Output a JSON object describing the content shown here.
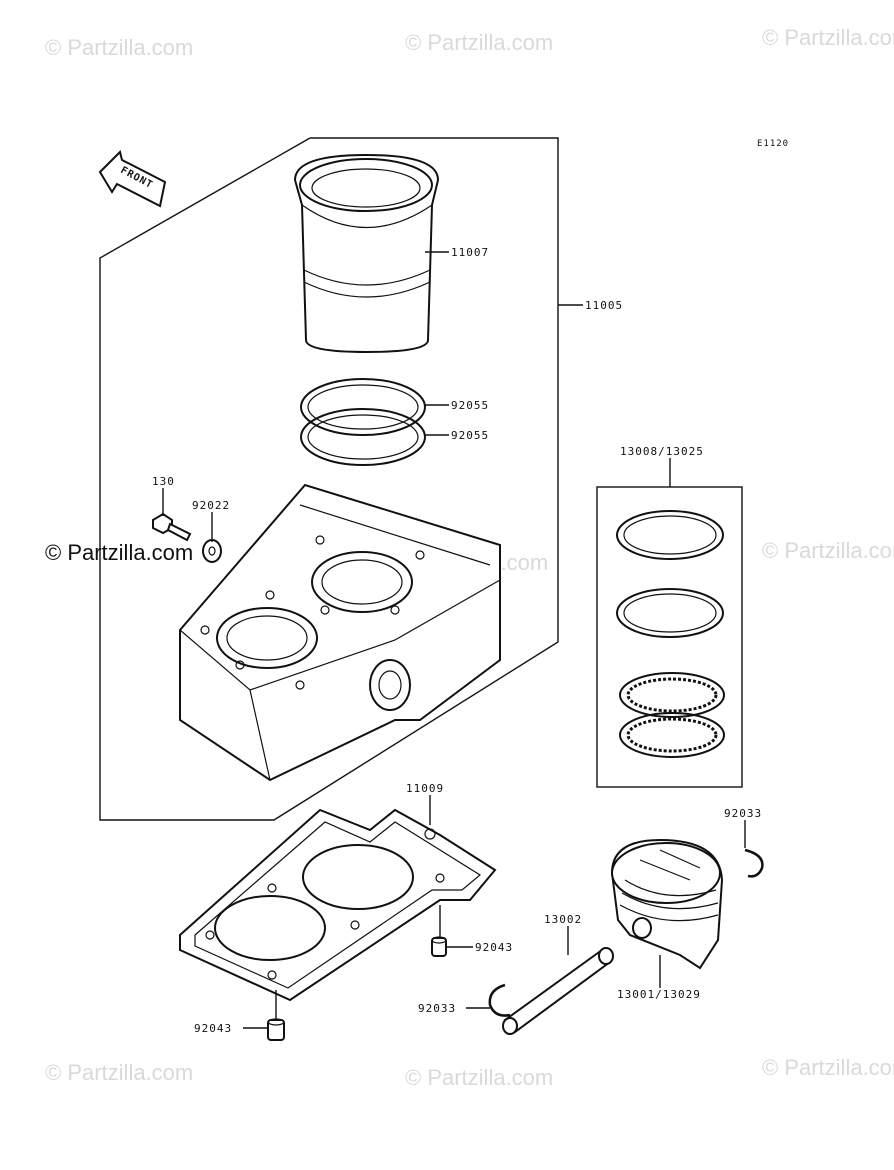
{
  "diagram": {
    "code": "E1120",
    "front_label": "FRONT",
    "watermark": "© Partzilla.com",
    "watermark_overlay": "© Partzilla.com",
    "labels": {
      "cylinder_sleeve": "11007",
      "cylinder_assy": "11005",
      "ring_upper": "92055",
      "ring_lower": "92055",
      "bolt": "130",
      "washer": "92022",
      "ring_set": "13008/13025",
      "gasket": "11009",
      "clip_right": "92033",
      "dowel_upper": "92043",
      "pin": "13002",
      "piston": "13001/13029",
      "clip_left": "92033",
      "dowel_lower": "92043"
    }
  }
}
